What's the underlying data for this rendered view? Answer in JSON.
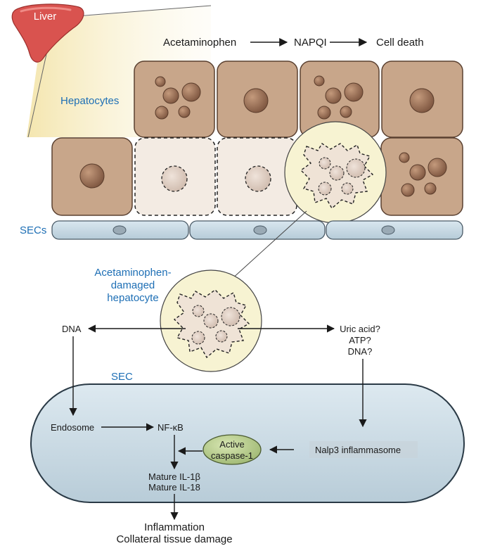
{
  "top": {
    "organ": "Liver",
    "pathway": [
      "Acetaminophen",
      "NAPQI",
      "Cell death"
    ]
  },
  "labels": {
    "hepatocytes": "Hepatocytes",
    "secs": "SECs",
    "damaged": [
      "Acetaminophen-",
      "damaged",
      "hepatocyte"
    ],
    "sec": "SEC"
  },
  "flow": {
    "dna": "DNA",
    "uric": [
      "Uric acid?",
      "ATP?",
      "DNA?"
    ],
    "endosome": "Endosome",
    "nfkb": "NF-κB",
    "caspase": [
      "Active",
      "caspase-1"
    ],
    "nalp3": "Nalp3 inflammasome",
    "mature": [
      "Mature IL-1β",
      "Mature IL-18"
    ],
    "outcome": [
      "Inflammation",
      "Collateral tissue damage"
    ]
  },
  "colors": {
    "cell_fill": "#c8a68a",
    "cell_stroke": "#5a4030",
    "nucleus": "#9b7055",
    "dead_cell": "#f3ebe3",
    "sec_fill": "#c9dbe6",
    "sec_stroke": "#4a5a66",
    "accent_blue": "#1e6fb5",
    "highlight": "#f7f3d2",
    "caspase": "#b4c98a",
    "liver": "#d9534f"
  }
}
